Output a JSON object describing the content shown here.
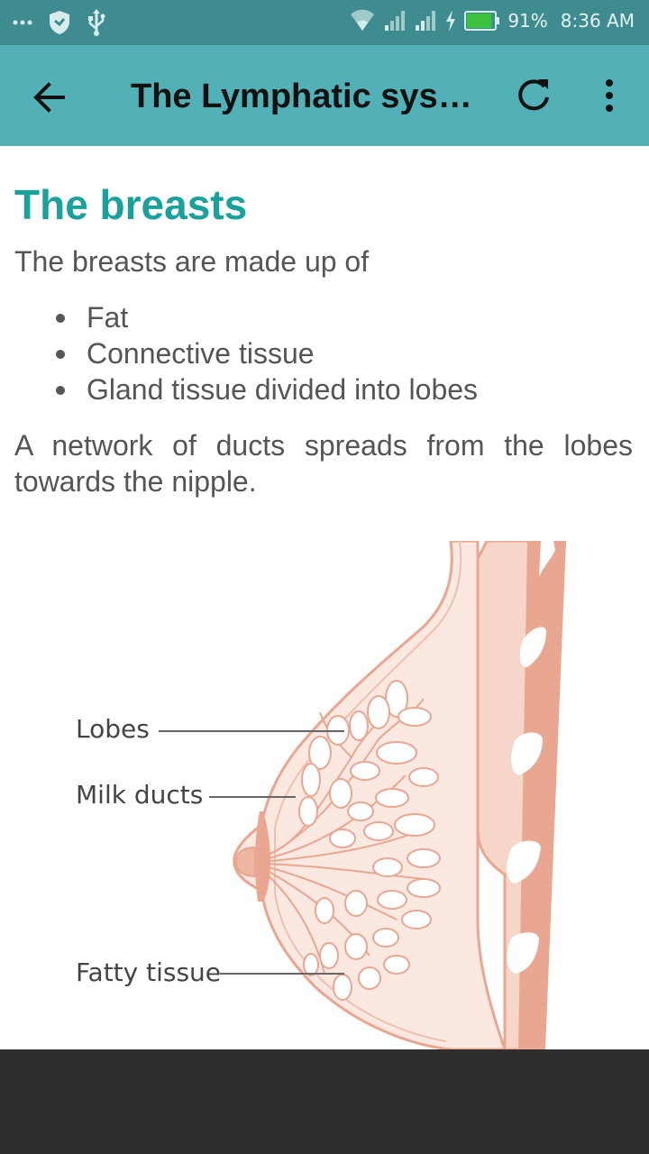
{
  "status_bar": {
    "battery_percent": "91%",
    "time": "8:36 AM",
    "battery_level": 0.91,
    "icons": [
      "more-dots-icon",
      "shield-icon",
      "usb-icon",
      "wifi-icon",
      "signal-icon",
      "signal-icon",
      "charging-icon",
      "battery-icon"
    ]
  },
  "app_bar": {
    "title": "The Lymphatic syst…",
    "icons": [
      "back-arrow-icon",
      "refresh-icon",
      "more-vert-icon"
    ]
  },
  "article": {
    "heading": "The breasts",
    "intro": "The breasts are made up of",
    "items": [
      "Fat",
      "Connective tissue",
      "Gland tissue divided into lobes"
    ],
    "paragraph": "A network of ducts spreads from the lobes towards the nipple."
  },
  "diagram": {
    "labels": {
      "lobes": "Lobes",
      "milk_ducts": "Milk ducts",
      "fatty_tissue": "Fatty tissue"
    }
  },
  "colors": {
    "status_bar": "#3f8c90",
    "app_bar": "#51b1b6",
    "heading": "#1ba19b",
    "nav_bar": "#2e2e2e"
  }
}
